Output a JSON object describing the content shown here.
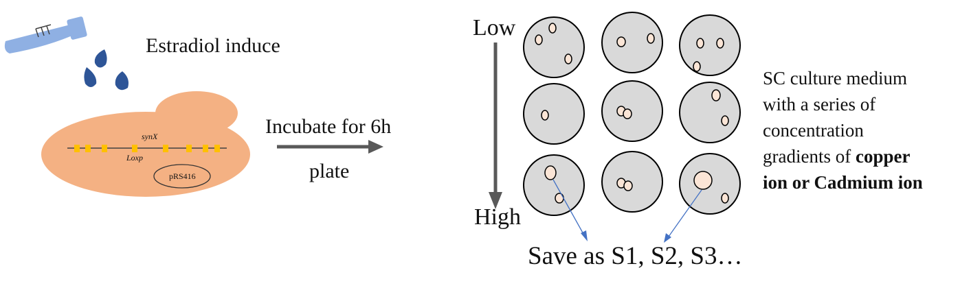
{
  "left": {
    "inducer_label": "Estradiol induce",
    "gene_label": "synX",
    "site_label": "Loxp",
    "plasmid_label": "pRS416"
  },
  "arrow_top_label": "Incubate for 6h",
  "arrow_bottom_label": "plate",
  "gradient": {
    "low_label": "Low",
    "high_label": "High"
  },
  "medium_text": {
    "line1": "SC culture medium",
    "line2": "with a series of",
    "line3": "concentration",
    "line4_plain": "gradients of ",
    "line4_bold": "copper",
    "line5_bold": "ion or Cadmium ion"
  },
  "save_label": "Save as S1, S2, S3…",
  "colors": {
    "tube": "#8fb0e3",
    "drop": "#2e5597",
    "cell": "#f4b183",
    "loxp_site": "#ffc000",
    "plate_fill": "#d9d9d9",
    "colony_fill": "#fbe5d6",
    "arrow": "#595959",
    "pointer": "#4472c4"
  },
  "plate_grid": [
    [
      {
        "colonies": 3
      },
      {
        "colonies": 2
      },
      {
        "colonies": 3
      }
    ],
    [
      {
        "colonies": 1
      },
      {
        "colonies": 2
      },
      {
        "colonies": 2
      }
    ],
    [
      {
        "colonies": 2
      },
      {
        "colonies": 2
      },
      {
        "colonies": 2
      }
    ]
  ]
}
